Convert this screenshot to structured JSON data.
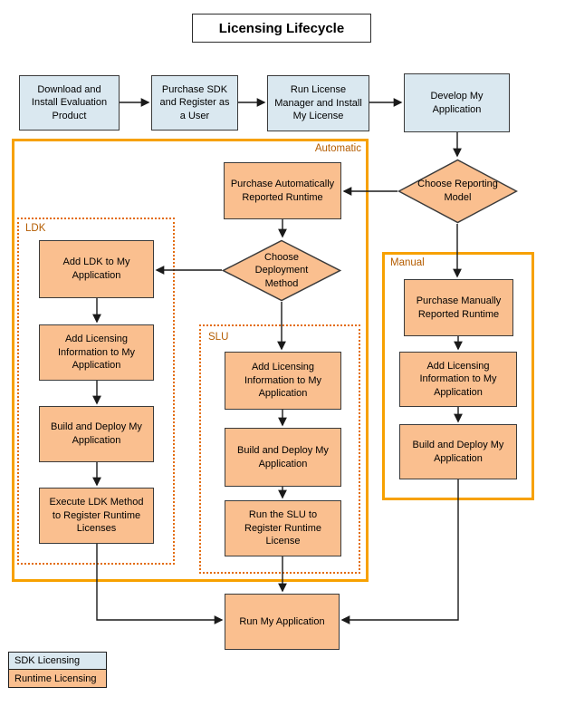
{
  "title": "Licensing Lifecycle",
  "groups": {
    "automatic": "Automatic",
    "ldk": "LDK",
    "slu": "SLU",
    "manual": "Manual"
  },
  "nodes": {
    "download_install": "Download and Install Evaluation Product",
    "purchase_sdk": "Purchase SDK and Register as a User",
    "run_license_manager": "Run License Manager and Install My License",
    "develop_app": "Develop My Application",
    "purchase_auto_runtime": "Purchase Automatically Reported Runtime",
    "choose_reporting_model": "Choose Reporting Model",
    "choose_deployment_method": "Choose Deployment Method",
    "add_ldk": "Add LDK to My Application",
    "ldk_add_licensing": "Add Licensing Information to My Application",
    "ldk_build_deploy": "Build and Deploy My Application",
    "ldk_execute": "Execute LDK Method to Register Runtime Licenses",
    "slu_add_licensing": "Add Licensing Information to My Application",
    "slu_build_deploy": "Build and Deploy My Application",
    "slu_run": "Run the SLU to Register Runtime License",
    "manual_purchase_runtime": "Purchase Manually Reported Runtime",
    "manual_add_licensing": "Add Licensing Information to My Application",
    "manual_build_deploy": "Build and Deploy My Application",
    "run_app": "Run My Application"
  },
  "legend": {
    "sdk": "SDK Licensing",
    "runtime": "Runtime Licensing"
  },
  "colors": {
    "sdk_fill": "#dae8f0",
    "runtime_fill": "#fabf8f",
    "solid_container_border": "#f7a100",
    "dotted_container_border": "#e36c0a",
    "group_label_text": "#b45c00",
    "connector": "#1a1a1a"
  }
}
